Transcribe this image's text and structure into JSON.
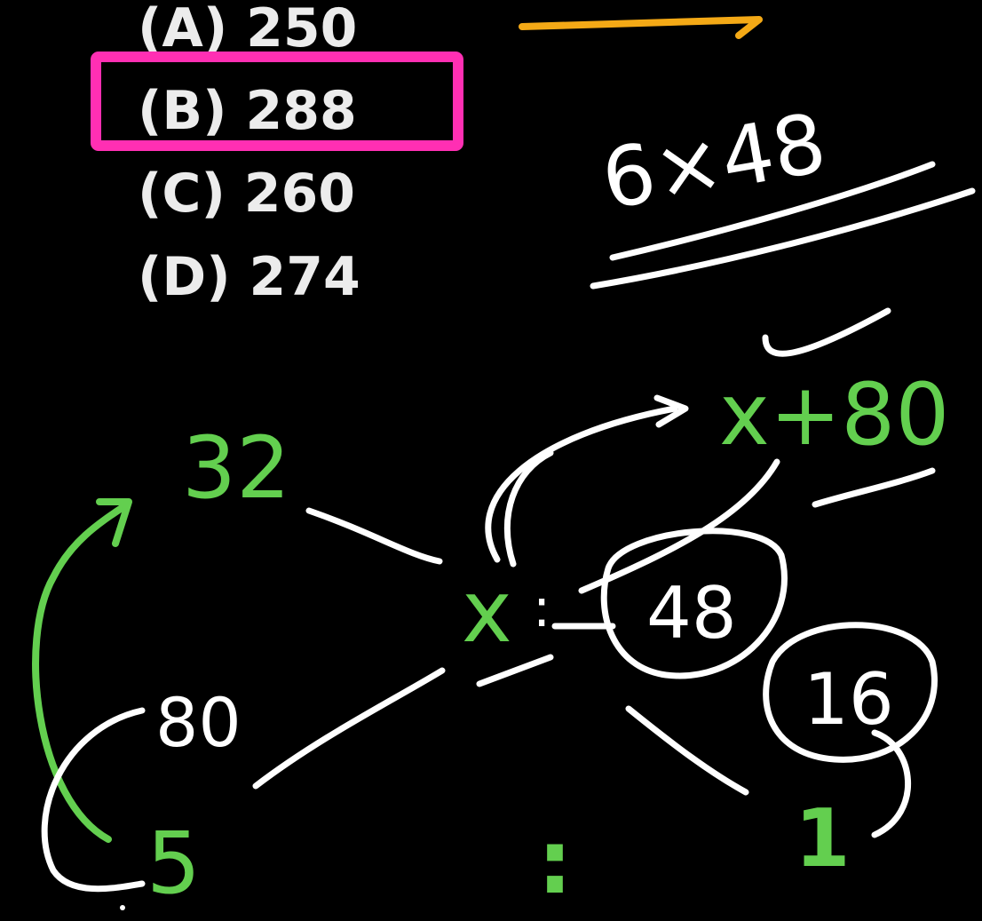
{
  "question": {
    "options": [
      {
        "label": "(A) 250"
      },
      {
        "label": "(B) 288",
        "selected": true
      },
      {
        "label": "(C) 260"
      },
      {
        "label": "(D) 274"
      }
    ]
  },
  "annotations": {
    "product": "6×48",
    "expression": "x+80",
    "ratio_left": "x",
    "ratio_sep": ":",
    "circled_48": "48",
    "circled_16": "16",
    "left_top": "32",
    "left_mid": "80",
    "left_bottom": "5",
    "bottom_colon": ":",
    "bottom_one": "1"
  },
  "colors": {
    "background": "#000000",
    "option_text": "#ececec",
    "highlight_box": "#ff2fb3",
    "arrow": "#f4a916",
    "ink_white": "#ffffff",
    "ink_green": "#63cf4f"
  }
}
